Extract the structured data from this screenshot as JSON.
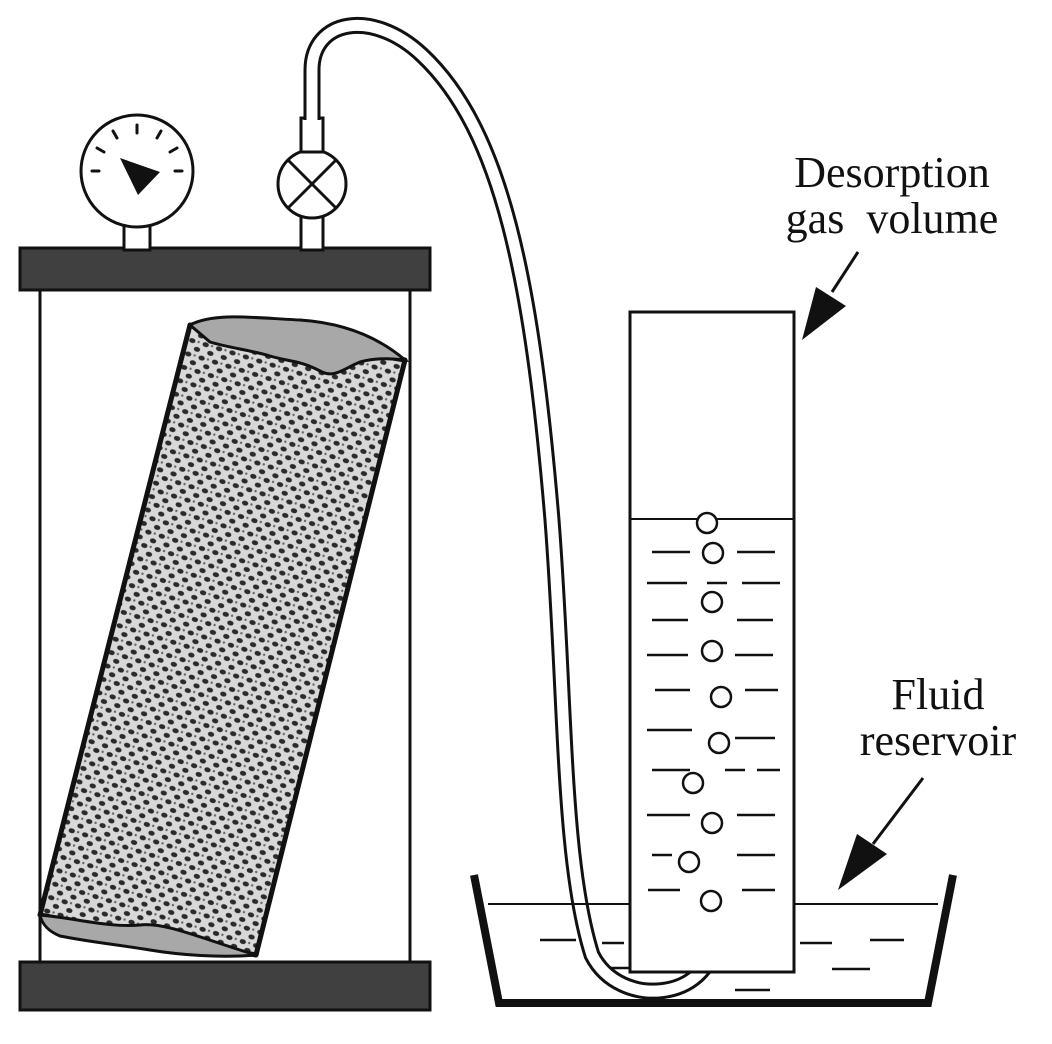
{
  "labels": {
    "desorption_line1": "Desorption",
    "desorption_line2": "gas  volume",
    "fluid_line1": "Fluid",
    "fluid_line2": "reservoir"
  },
  "colors": {
    "stroke": "#111111",
    "plate": "#404040",
    "core_edge": "#a8a8a8",
    "core_fill": "#d6d6d6",
    "background": "#ffffff"
  },
  "icons": {
    "gauge": "pressure-gauge-icon",
    "valve": "valve-icon"
  }
}
